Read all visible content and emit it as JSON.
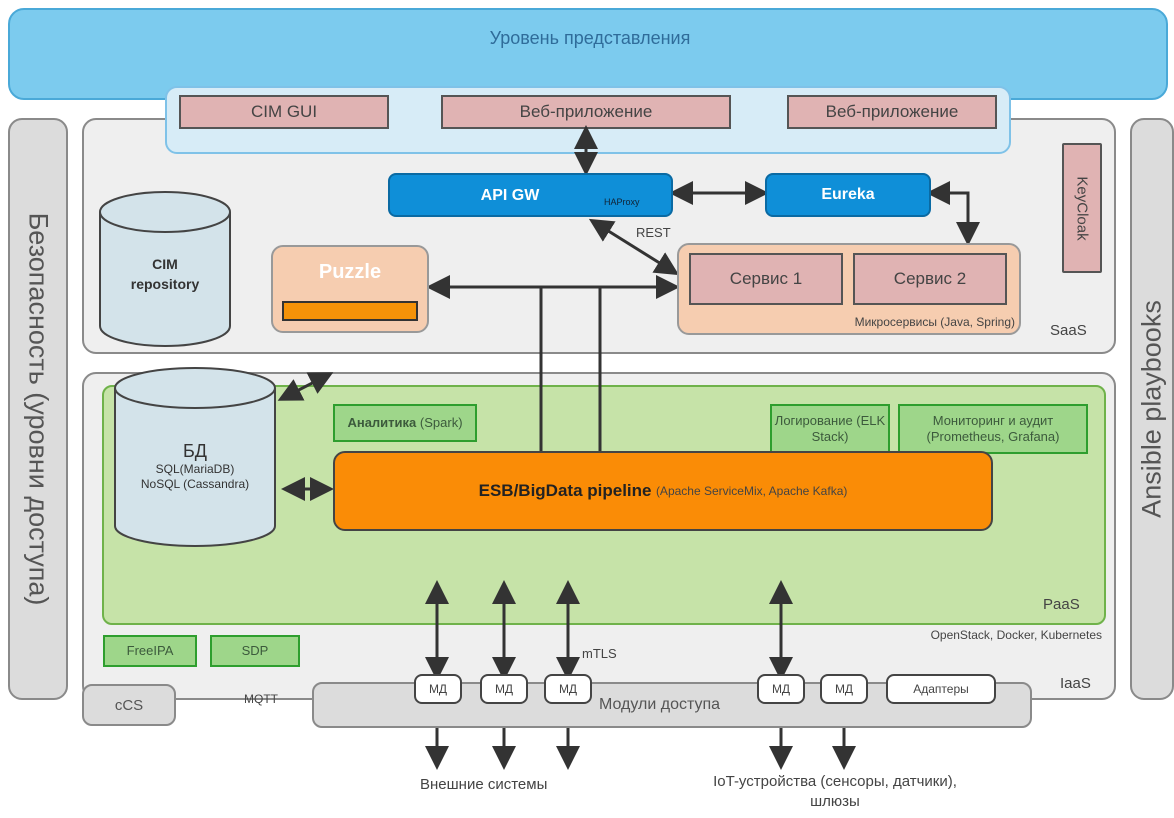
{
  "presentation_layer": "Уровень представления",
  "security": "Безопасность (уровни доступа)",
  "ansible": "Ansible playbooks",
  "gui_items": [
    "CIM GUI",
    "Веб-приложение",
    "Веб-приложение"
  ],
  "saas": {
    "api_gw": "API GW",
    "haproxy": "HAProxy",
    "eureka": "Eureka",
    "rest": "REST",
    "keycloak": "KeyCloak",
    "puzzle": "Puzzle",
    "cim_repo_line1": "CIM",
    "cim_repo_line2": "repository",
    "service1": "Сервис 1",
    "service2": "Сервис 2",
    "microservices": "Микросервисы (Java, Spring)",
    "label": "SaaS"
  },
  "paas": {
    "analytics_bold": "Аналитика",
    "analytics_rest": "(Spark)",
    "logging": "Логирование (ELK Stack)",
    "monitoring": "Мониторинг и аудит (Prometheus, Grafana)",
    "db_title": "БД",
    "db_sql": "SQL(MariaDB)",
    "db_nosql": "NoSQL (Cassandra)",
    "esb_bold": "ESB/BigData pipeline",
    "esb_rest": "(Apache ServiceMix,  Apache Kafka)",
    "label": "PaaS"
  },
  "iaas": {
    "freeipa": "FreeIPA",
    "sdp": "SDP",
    "stack": "OpenStack, Docker, Kubernetes",
    "label": "IaaS",
    "mtls": "mTLS"
  },
  "bottom": {
    "mqtt": "MQTT",
    "ccs": "cCS",
    "md": "МД",
    "modules": "Модули доступа",
    "adapters": "Адаптеры",
    "external": "Внешние системы",
    "iot_line1": "IoT-устройства (сенсоры, датчики),",
    "iot_line2": "шлюзы"
  }
}
